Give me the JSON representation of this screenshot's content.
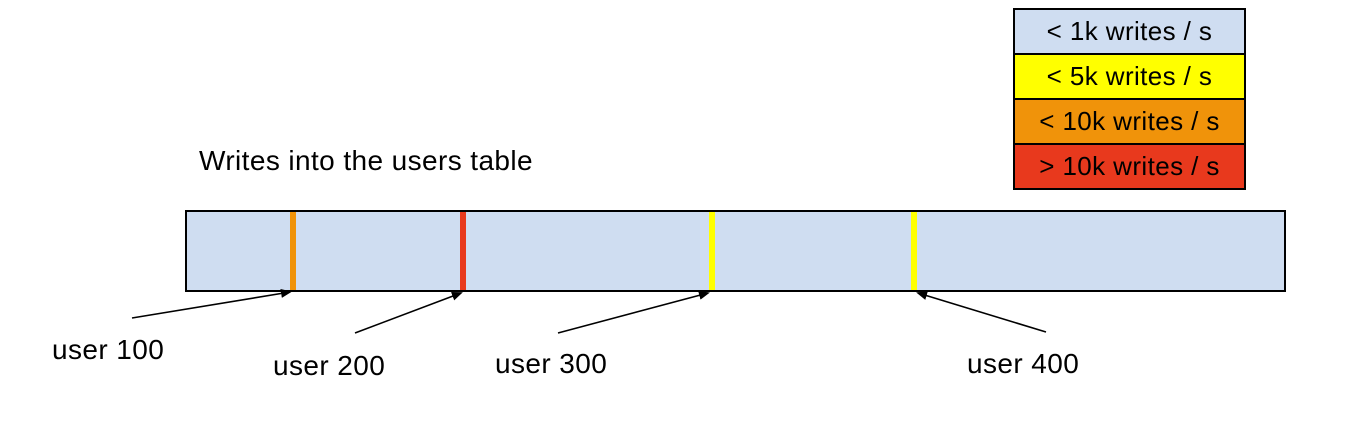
{
  "title": "Writes into the users table",
  "colors": {
    "background": "#ffffff",
    "blue": "#cfddf1",
    "yellow": "#ffff00",
    "orange": "#f0930a",
    "red": "#e8391d",
    "outline": "#000000"
  },
  "legend": {
    "items": [
      {
        "label": "< 1k writes / s",
        "color": "#cfddf1",
        "color_key": "blue"
      },
      {
        "label": "< 5k writes / s",
        "color": "#ffff00",
        "color_key": "yellow"
      },
      {
        "label": "< 10k writes / s",
        "color": "#f0930a",
        "color_key": "orange"
      },
      {
        "label": "> 10k writes / s",
        "color": "#e8391d",
        "color_key": "red"
      }
    ]
  },
  "bar": {
    "name": "users table",
    "base_rate": "< 1k writes / s",
    "markers": [
      {
        "label": "user 100",
        "rate": "< 10k writes / s",
        "color": "#f0930a",
        "color_key": "orange"
      },
      {
        "label": "user 200",
        "rate": "> 10k writes / s",
        "color": "#e8391d",
        "color_key": "red"
      },
      {
        "label": "user 300",
        "rate": "< 5k writes / s",
        "color": "#ffff00",
        "color_key": "yellow"
      },
      {
        "label": "user 400",
        "rate": "< 5k writes / s",
        "color": "#ffff00",
        "color_key": "yellow"
      }
    ]
  }
}
